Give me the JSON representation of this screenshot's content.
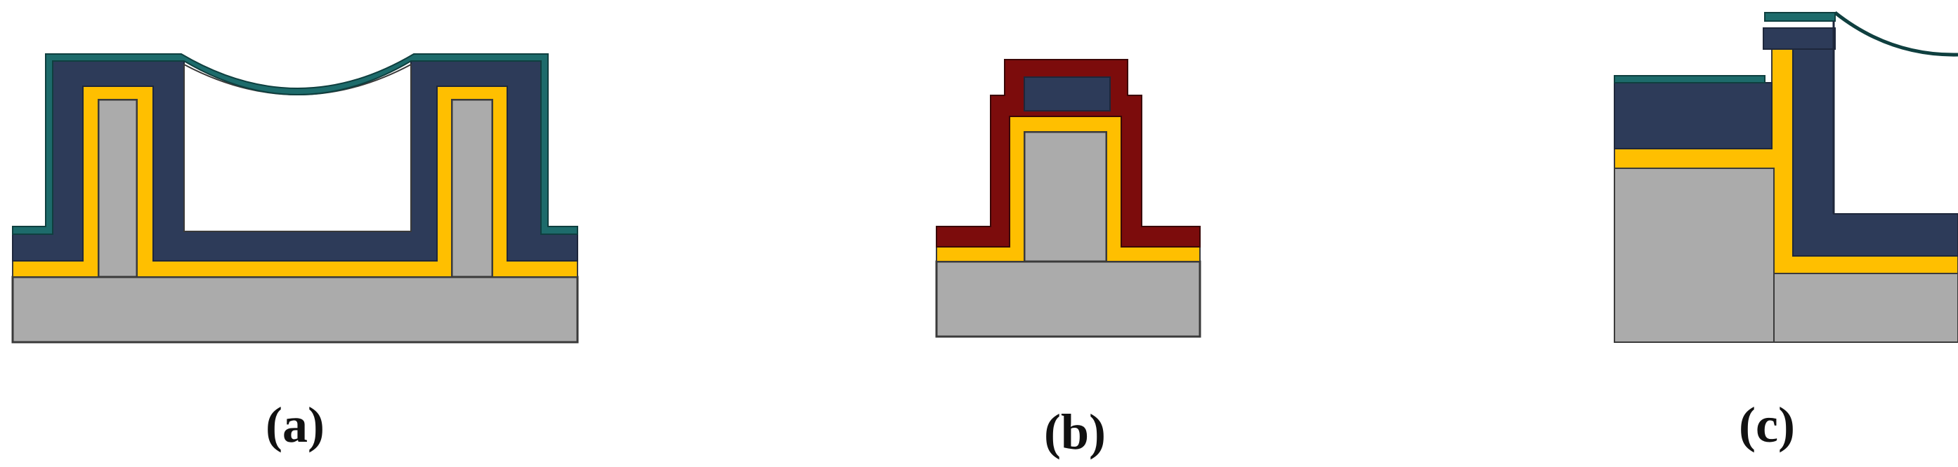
{
  "panels": [
    {
      "label": "(a)"
    },
    {
      "label": "(b)"
    },
    {
      "label": "(c)"
    }
  ],
  "colors": {
    "substrate_gray": "#ababab",
    "gold_layer": "#ffbf00",
    "navy_layer": "#2d3b59",
    "teal_coating": "#1d6b6b",
    "red_layer": "#7c0c0c",
    "outline": "#3a3a3a",
    "background": "#ffffff"
  }
}
